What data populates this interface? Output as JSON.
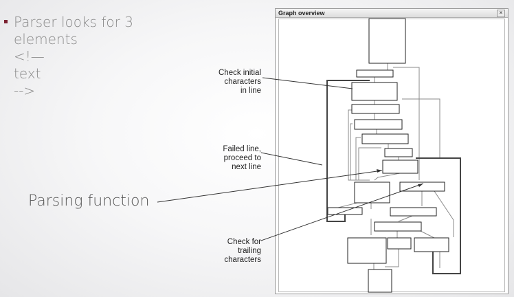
{
  "slide": {
    "bullet_lines": [
      "Parser looks for 3",
      "elements",
      "<!—",
      "text",
      "-->"
    ],
    "parsing_label": "Parsing function"
  },
  "callouts": {
    "check_initial": [
      "Check initial",
      "characters",
      "in line"
    ],
    "failed_line": [
      "Failed line,",
      "proceed to",
      "next line"
    ],
    "check_trailing": [
      "Check for",
      "trailing",
      "characters"
    ]
  },
  "window": {
    "title": "Graph overview",
    "close_glyph": "×"
  },
  "colors": {
    "bullet": "#7a2030",
    "text_gray": "#8a8a8a",
    "node_border": "#222222",
    "edge": "#8a8a8a",
    "pointer": "#333333"
  }
}
